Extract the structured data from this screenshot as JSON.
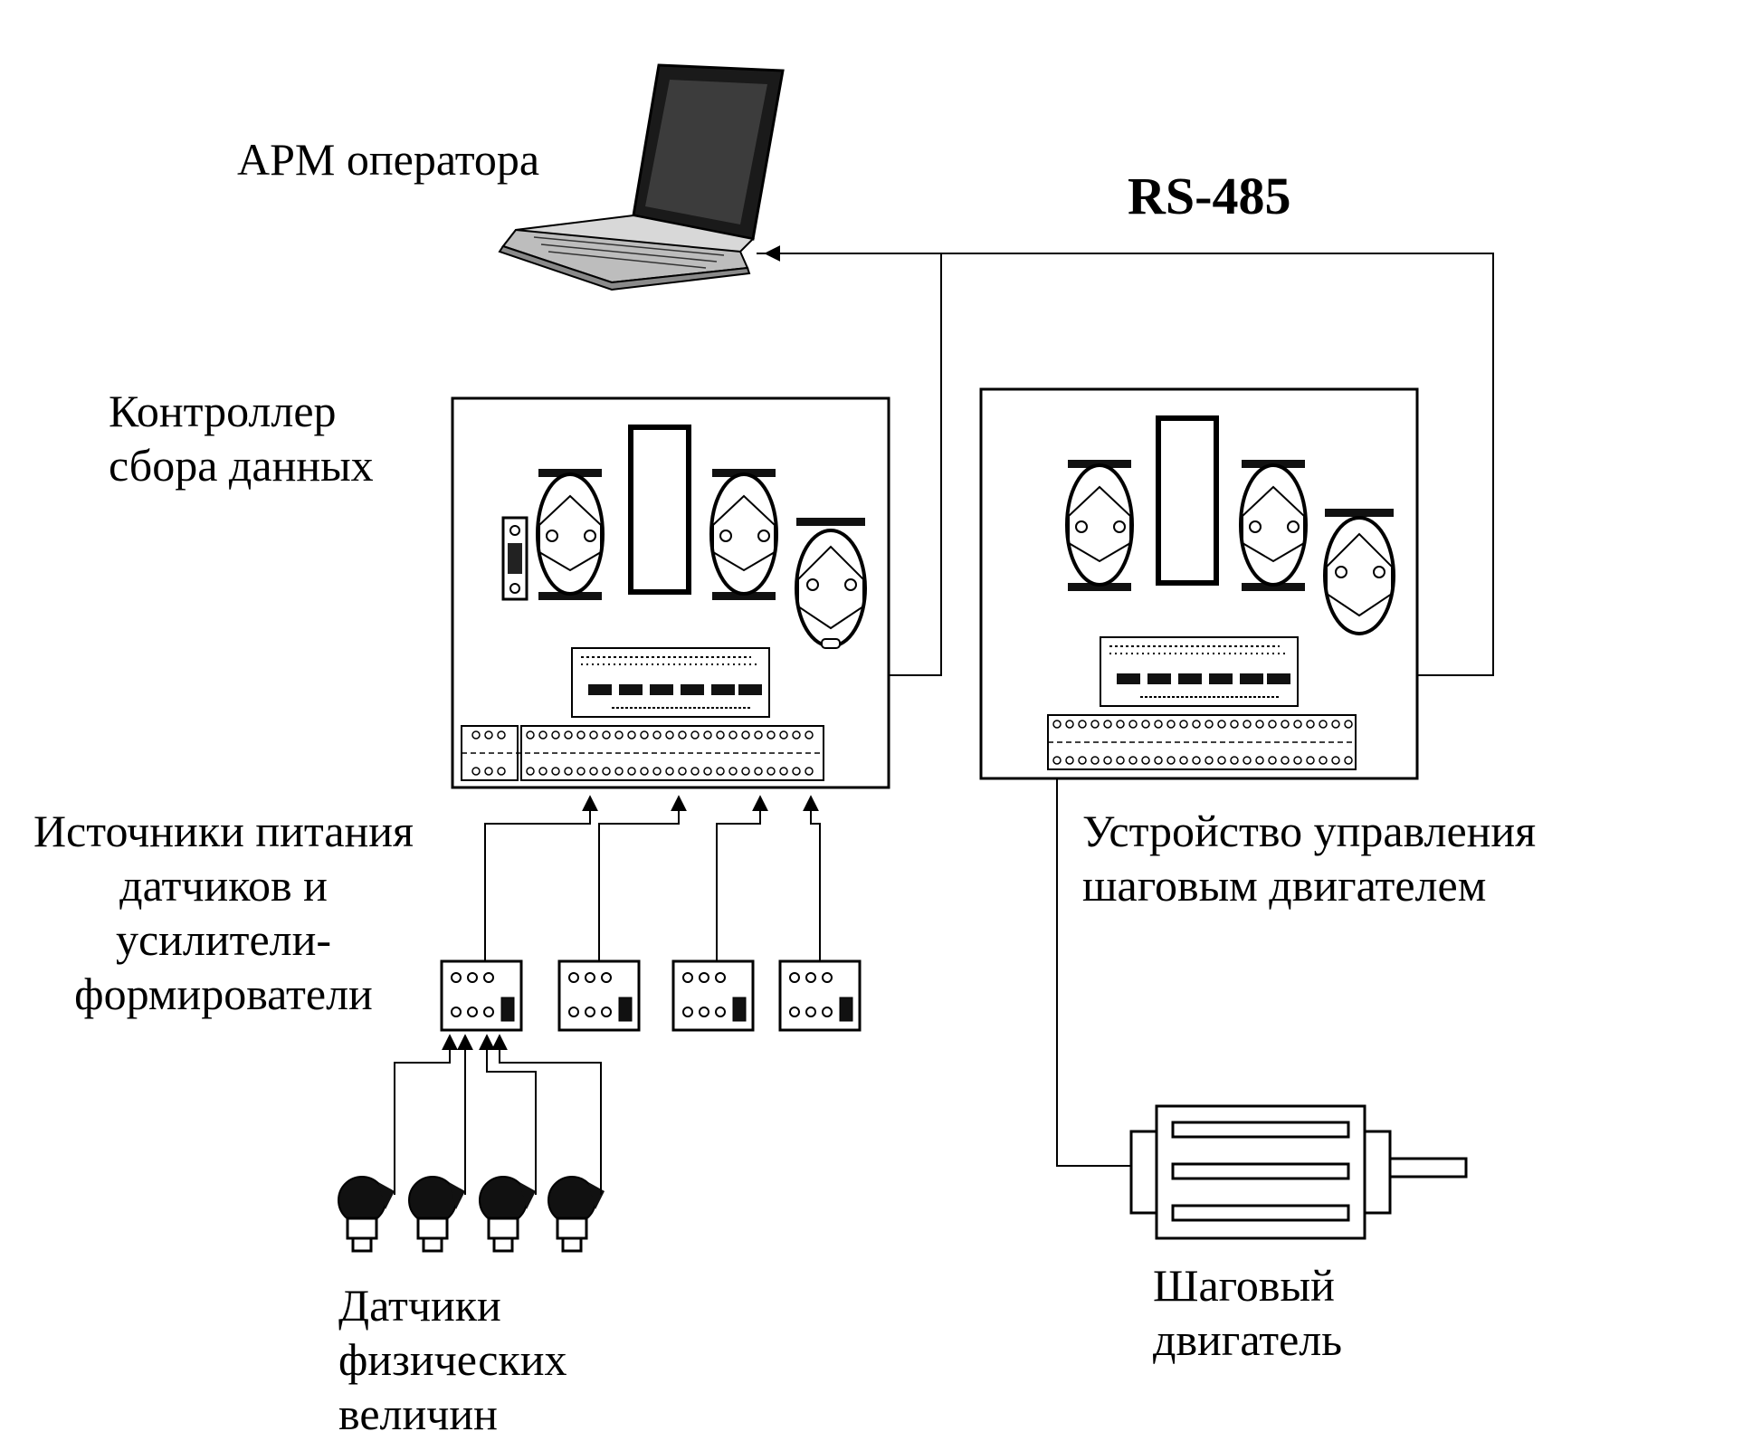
{
  "labels": {
    "operator": "АРМ оператора",
    "bus": "RS-485",
    "controller": [
      "Контроллер",
      "сбора данных"
    ],
    "power": [
      "Источники питания",
      "датчиков и",
      "усилители-",
      "формирователи"
    ],
    "stepper_ctrl": [
      "Устройство управления",
      "шаговым двигателем"
    ],
    "sensors": [
      "Датчики",
      "физических",
      "величин"
    ],
    "motor": [
      "Шаговый",
      "двигатель"
    ]
  },
  "counts": {
    "power_modules": 4,
    "sensors": 4
  },
  "colors": {
    "ink": "#000000",
    "fill_dark": "#111111",
    "screen": "#1a1a1a",
    "bg": "#ffffff"
  }
}
